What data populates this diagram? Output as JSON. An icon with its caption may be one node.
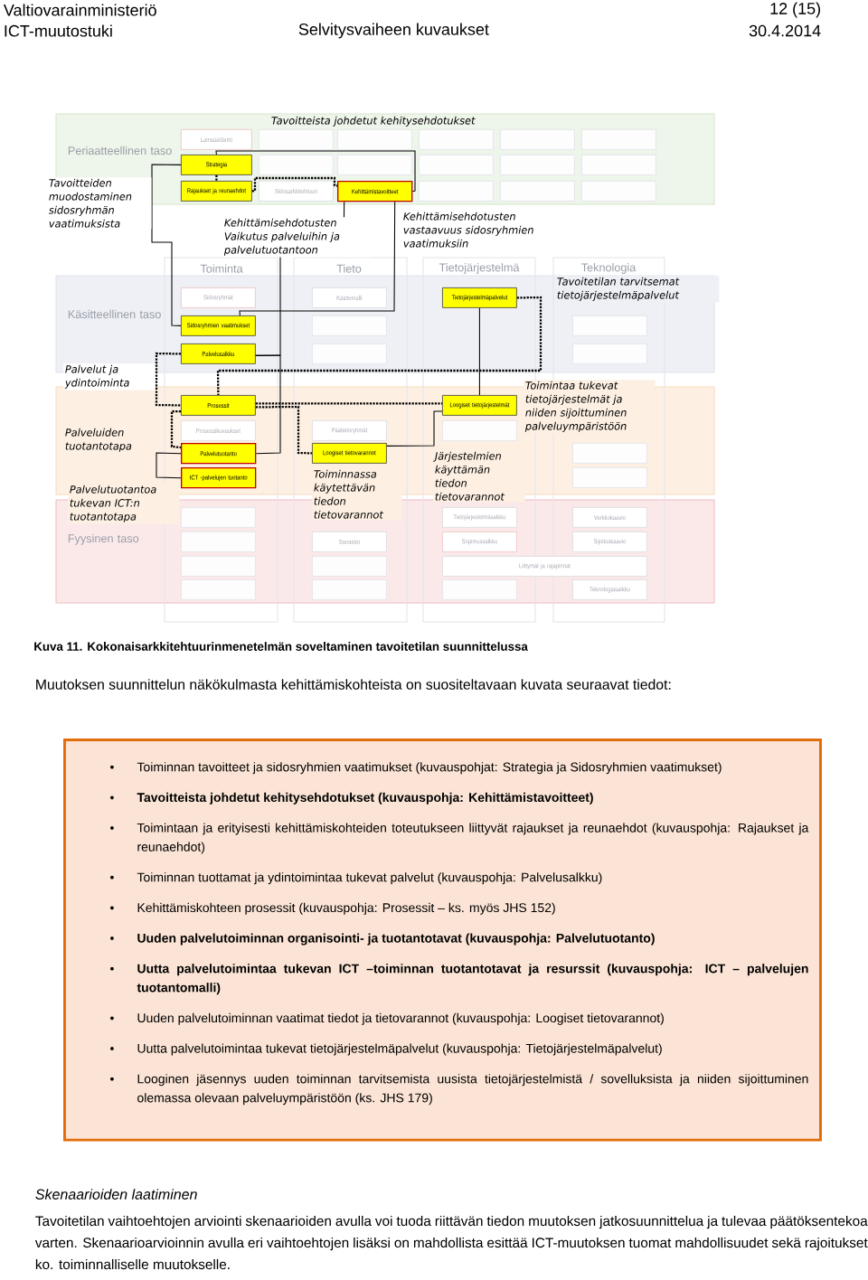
{
  "diagram": {
    "caption": "Kuva 11. Kokonaisarkkitehtuurinmenetelmän soveltaminen tavoitetilan suunnittelussa",
    "nodes": [
      {
        "text": [
          "Lainsäädäntö"
        ]
      },
      {
        "text": [],
        "shape": "box"
      },
      {
        "text": [],
        "shape": "box"
      },
      {
        "text": [],
        "shape": "box"
      },
      {
        "text": [],
        "shape": "box"
      },
      {
        "text": [],
        "shape": "box"
      },
      {
        "text": [
          "Strategia"
        ]
      },
      {
        "text": [],
        "shape": "box"
      },
      {
        "text": [],
        "shape": "box"
      },
      {
        "text": [],
        "shape": "box"
      },
      {
        "text": [],
        "shape": "box"
      },
      {
        "text": [],
        "shape": "box"
      },
      {
        "text": [
          "Rajaukset ja reunaehdot"
        ]
      },
      {
        "text": [
          "Sidosarkkitehtuuri"
        ]
      },
      {
        "text": [
          "Kehittämistavoitteet"
        ]
      },
      {
        "text": [],
        "shape": "box"
      },
      {
        "text": [],
        "shape": "box"
      },
      {
        "text": [],
        "shape": "box"
      },
      {
        "text": [
          "Sidosryhmät"
        ]
      },
      {
        "text": [
          "Käsitemalli"
        ]
      },
      {
        "text": [
          "Tietojärjestelmäpalvelut"
        ]
      },
      {
        "text": [
          "Sidosryhmien vaatimukset"
        ]
      },
      {
        "text": [],
        "shape": "box"
      },
      {
        "text": [],
        "shape": "box"
      },
      {
        "text": [
          "Palvelusalkku"
        ]
      },
      {
        "text": [],
        "shape": "box"
      },
      {
        "text": [],
        "shape": "box"
      },
      {
        "text": [
          "Prosessit"
        ]
      },
      {
        "text": [
          "Loogiset tietojärjestelmät"
        ]
      },
      {
        "text": [
          "Prosessikuvaukset"
        ]
      },
      {
        "text": [
          "Päätietoryhmät"
        ]
      },
      {
        "text": [],
        "shape": "box"
      },
      {
        "text": [
          "Palvelutuotanto"
        ]
      },
      {
        "text": [
          "Loogiset tietovarannot"
        ]
      },
      {
        "text": [],
        "shape": "box"
      },
      {
        "text": [
          "ICT -palvelujen tuotanto"
        ]
      },
      {
        "text": [],
        "shape": "box"
      },
      {
        "text": [],
        "shape": "box"
      },
      {
        "text": [
          "Tietojärjestelmäsalkku"
        ]
      },
      {
        "text": [
          "Verkkokaavio"
        ]
      },
      {
        "text": [],
        "shape": "box"
      },
      {
        "text": [
          "Sanastot"
        ]
      },
      {
        "text": [
          "Sopimussalkku"
        ]
      },
      {
        "text": [
          "Sijoituskaavio"
        ]
      },
      {
        "text": [],
        "shape": "box"
      },
      {
        "text": [],
        "shape": "box"
      },
      {
        "text": [
          "Liittymät ja rajapinnat"
        ]
      },
      {
        "text": [],
        "shape": "box"
      },
      {
        "text": [],
        "shape": "box"
      },
      {
        "text": [],
        "shape": "box"
      },
      {
        "text": [
          "Teknologiasalkku"
        ]
      },
      {
        "text": [
          "•",
          "Toiminnan tavoitteet ja sidosryhmien vaatimukset (kuvauspohjat: Strategia ja Sidosryhmien vaatimukset)",
          "•",
          "Tavoitteista johdetut kehitysehdotukset (kuvauspohja: Kehittämistavoitteet)",
          "•",
          "Toimintaan ja erityisesti kehittämiskohteiden toteutukseen liittyvät rajaukset ja reunaehdot (kuvauspohja: Rajaukset ja reunaehdot)",
          "•",
          "Toiminnan tuottamat ja ydintoimintaa tukevat palvelut (kuvauspohja: Palvelusalkku)",
          "•",
          "Kehittämiskohteen prosessit (kuvauspohja: Prosessit – ks. myös JHS 152)",
          "•",
          "Uuden palvelutoiminnan organisointi- ja tuotantotavat (kuvauspohja: Palvelutuotanto)",
          "•",
          "Uutta palvelutoimintaa tukevan ICT –toiminnan tuotantotavat ja resurssit (kuvauspohja: ICT – palvelujen tuotantomalli)",
          "•",
          "Uuden palvelutoiminnan vaatimat tiedot ja tietovarannot (kuvauspohja: Loogiset tietovarannot)",
          "•",
          "Uutta palvelutoimintaa tukevat tietojärjestelmäpalvelut (kuvauspohja: Tietojärjestelmäpalvelut)",
          "•",
          "Looginen jäsennys uuden toiminnan tarvitsemista uusista tietojärjestelmistä / sovelluksista ja niiden sijoittuminen olemassa olevaan palveluympäristöön (ks. JHS 179)"
        ]
      }
    ],
    "edges": [
      {
        "from": 6,
        "to": 21,
        "arrow": "none",
        "label": "Tavoitteiden muodostaminen sidosryhmän vaatimuksista"
      },
      {
        "from": 6,
        "to": 14,
        "arrow": "none",
        "label": "Tavoitteista johdetut kehitysehdotukset"
      },
      {
        "from": 14,
        "to": 21,
        "arrow": "none",
        "label": "Kehittämisehdotusten vastaavuus sidosryhmien vaatimuksiin"
      },
      {
        "from": 14,
        "to": 24,
        "arrow": "none",
        "label": "Kehittämisehdotusten Vaikutus palveluihin ja palvelutuotantoon"
      },
      {
        "from": 24,
        "to": 32,
        "arrow": "none"
      },
      {
        "from": 32,
        "to": 35,
        "arrow": "none"
      },
      {
        "from": 6,
        "to": 12,
        "arrow": "none",
        "style": "dashed"
      },
      {
        "from": 12,
        "to": 14,
        "arrow": "none",
        "style": "dashed"
      },
      {
        "from": 24,
        "to": 27,
        "arrow": "none",
        "style": "dashed"
      },
      {
        "from": 27,
        "to": 32,
        "arrow": "none",
        "style": "dashed"
      },
      {
        "from": 20,
        "to": 27,
        "arrow": "none",
        "style": "dashed"
      },
      {
        "from": 27,
        "to": 33,
        "arrow": "none",
        "style": "dashed"
      },
      {
        "from": 27,
        "to": 28,
        "arrow": "none",
        "style": "dashed"
      },
      {
        "from": 20,
        "to": 28,
        "arrow": "none"
      },
      {
        "from": 28,
        "to": 33,
        "arrow": "none"
      }
    ],
    "labels": [
      "Valtiovarainministeriö",
      "12 (15)",
      "ICT-muutostuki",
      "Selvitysvaiheen kuvaukset",
      "30.4.2014",
      "Periaatteellinen taso",
      "Toiminta",
      "Tieto",
      "Tietojärjestelmä",
      "Teknologia",
      "Tavoitetilan tarvitsemat tietojärjestelmäpalvelut",
      "Käsitteellinen taso",
      "Palvelut ja ydintoiminta",
      "Toimintaa tukevat tietojärjestelmät ja niiden sijoittuminen palveluympäristöön",
      "Palveluiden tuotantotapa",
      "Palvelutuotantoa tukevan ICT:n tuotantotapa",
      "Toiminnassa käytettävän tiedon tietovarannot",
      "Järjestelmien käyttämän tiedon tietovarannot",
      "Fyysinen taso",
      "Muutoksen suunnittelun näkökulmasta kehittämiskohteista on suositeltavaan kuvata seuraavat tiedot:",
      "Skenaarioiden laatiminen",
      "Tavoitetilan vaihtoehtojen arviointi skenaarioiden avulla voi tuoda riittävän tiedon muutoksen jatkosuunnittelua ja tulevaa päätöksentekoa varten. Skenaarioarvioinnin avulla eri vaihtoehtojen lisäksi on mahdollista esittää ICT-muutoksen tuomat mahdollisuudet sekä rajoitukset ko. toiminnalliselle muutokselle."
    ]
  }
}
